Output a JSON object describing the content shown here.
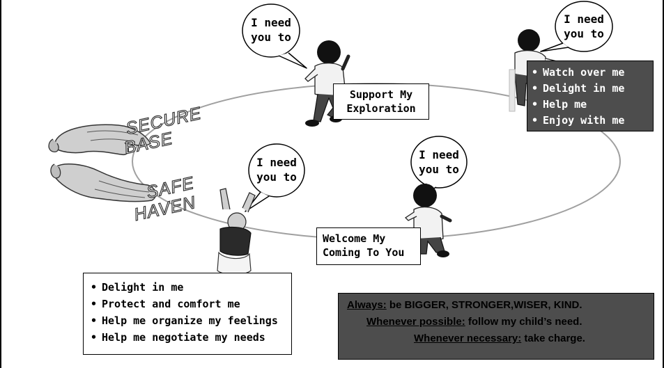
{
  "bubbles": {
    "top_center": "I need\nyou to",
    "top_right": "I need\nyou to",
    "middle": "I need\nyou to",
    "right_middle": "I need\nyou to"
  },
  "labels": {
    "secure": "SECURE",
    "base": "BASE",
    "safe": "SAFE",
    "haven": "HAVEN",
    "support": "Support My\nExploration",
    "welcome": "Welcome My\nComing To You"
  },
  "top_right_list": [
    "Watch over me",
    "Delight in me",
    "Help me",
    "Enjoy with me"
  ],
  "bottom_left_list": [
    "Delight in me",
    "Protect and comfort me",
    "Help me organize my feelings",
    "Help me negotiate my needs"
  ],
  "rules": {
    "always_label": "Always:",
    "always_text": " be BIGGER, STRONGER,WISER, KIND.",
    "possible_label": "Whenever possible:",
    "possible_text": " follow my child’s need.",
    "necessary_label": "Whenever necessary:",
    "necessary_text": " take charge."
  },
  "colors": {
    "dark_box": "#4d4d4d",
    "line": "#a0a0a0"
  }
}
